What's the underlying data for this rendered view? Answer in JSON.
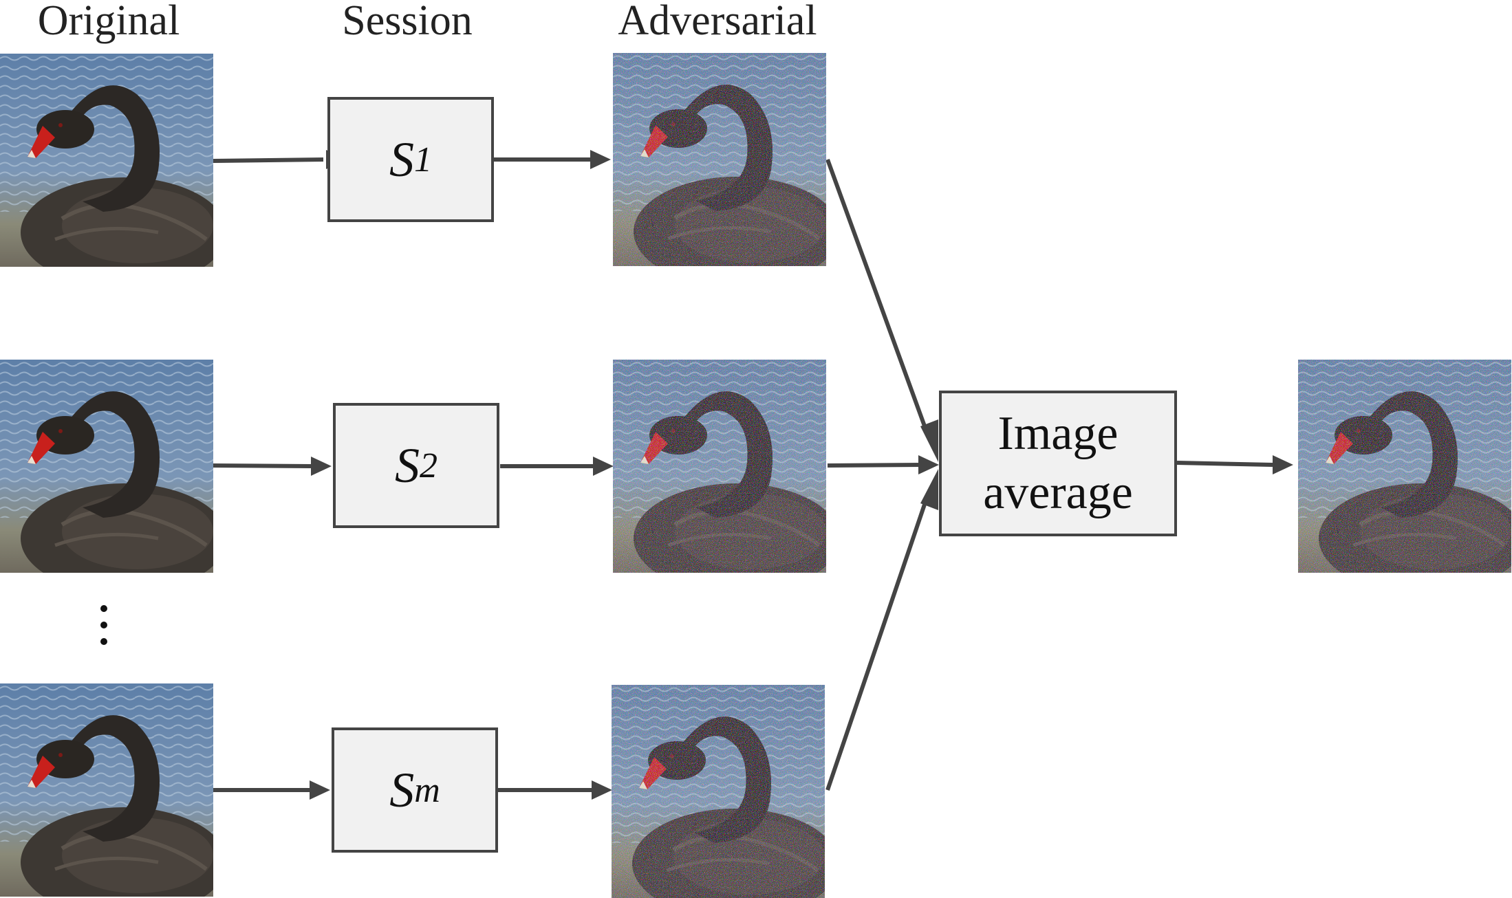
{
  "headers": {
    "original": "Original",
    "session": "Session",
    "adversarial": "Adversarial"
  },
  "sessions": [
    {
      "symbol": "S",
      "subscript": "1"
    },
    {
      "symbol": "S",
      "subscript": "2"
    },
    {
      "symbol": "S",
      "subscript": "m"
    }
  ],
  "ellipsis": "⋮",
  "average_box": {
    "line1": "Image",
    "line2": "average"
  },
  "colors": {
    "box_fill": "#f1f1f1",
    "box_border": "#444444",
    "arrow": "#444444"
  },
  "images": {
    "original": "black-swan-photo",
    "adversarial": "black-swan-photo-noisy",
    "output": "black-swan-photo-averaged"
  }
}
